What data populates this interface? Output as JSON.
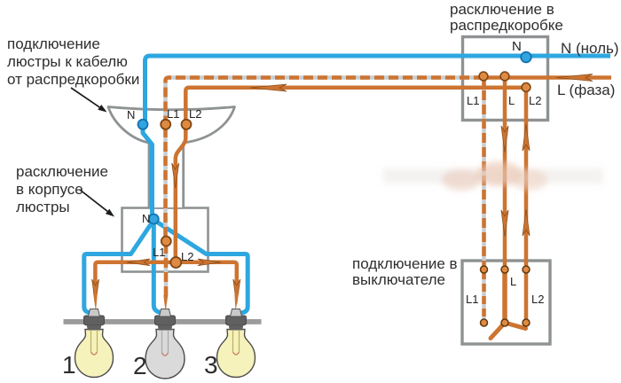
{
  "annotations": {
    "chandelier_cable": {
      "line1": "подключение",
      "line2": "люстры к кабелю",
      "line3": "от распредкоробки"
    },
    "chandelier_body": {
      "line1": "расключение",
      "line2": "в корпусе",
      "line3": "люстры"
    },
    "junction_box": {
      "line1": "расключение в",
      "line2": "распредкоробке"
    },
    "switch_box": {
      "line1": "подключение в",
      "line2": "выключателе"
    }
  },
  "wire_labels": {
    "neutral": "N (ноль)",
    "phase": "L (фаза)"
  },
  "terminals": {
    "junction_box": {
      "n": "N",
      "l1": "L1",
      "l": "L",
      "l2": "L2"
    },
    "ceiling_rose": {
      "n": "N",
      "l1": "L1",
      "l2": "L2"
    },
    "chandelier_body": {
      "n": "N",
      "l1": "L1",
      "l2": "L2"
    },
    "switch": {
      "l1": "L1",
      "l": "L",
      "l2": "L2"
    }
  },
  "bulbs": [
    {
      "number": "1",
      "state": "on"
    },
    {
      "number": "2",
      "state": "off"
    },
    {
      "number": "3",
      "state": "on"
    }
  ],
  "colors": {
    "neutral_wire": "#2ea7e0",
    "phase_wire": "#cd7431",
    "dash_gap": "#c6ced2",
    "box_border": "#8e9293",
    "bulb_on": "#f6f2bb",
    "bulb_off": "#dadada",
    "socket": "#606060",
    "text": "#2e2e2e"
  }
}
